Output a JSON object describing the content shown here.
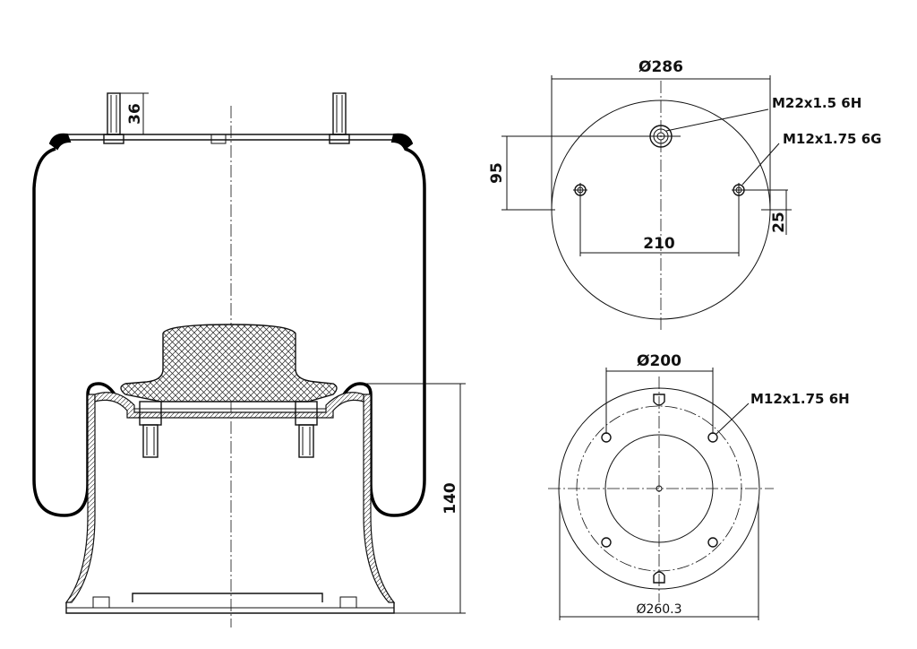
{
  "side_view": {
    "dim_stud_height": "36",
    "dim_piston_height": "140"
  },
  "top_view": {
    "dim_outer_diameter": "Ø286",
    "dim_hole_offset": "95",
    "dim_stud_spacing": "210",
    "dim_edge_offset": "25",
    "thread_center": "M22x1.5 6H",
    "thread_side": "M12x1.75 6G"
  },
  "bottom_view": {
    "dim_bolt_circle": "Ø200",
    "dim_outer_diameter": "Ø260.3",
    "thread_holes": "M12x1.75 6H"
  }
}
